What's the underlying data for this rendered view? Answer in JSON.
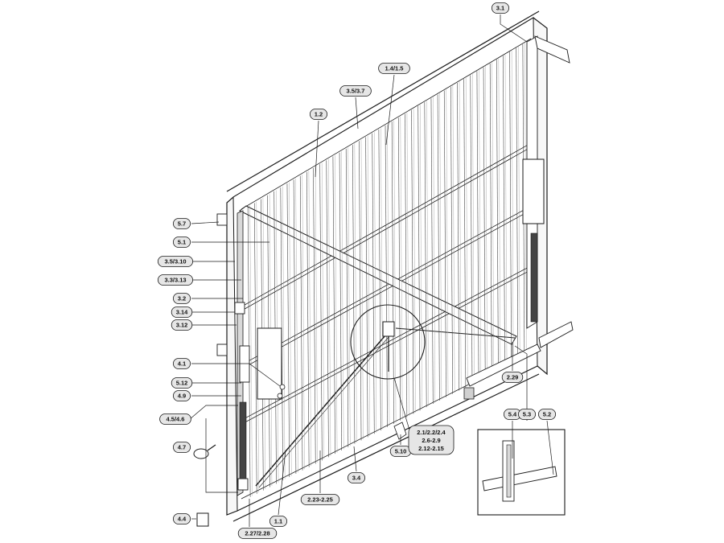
{
  "diagram": {
    "colors": {
      "line": "#1a1a1a",
      "bubble_fill": "#e6e6e6",
      "panel_fill": "#f7f7f7",
      "rail_fill": "#d9d9d9"
    },
    "callouts": [
      {
        "id": "c31",
        "label": "3.1"
      },
      {
        "id": "c14",
        "label": "1.4/1.5"
      },
      {
        "id": "c35a",
        "label": "3.5/3.7"
      },
      {
        "id": "c12",
        "label": "1.2"
      },
      {
        "id": "c57",
        "label": "5.7"
      },
      {
        "id": "c51",
        "label": "5.1"
      },
      {
        "id": "c35b",
        "label": "3.5/3.10"
      },
      {
        "id": "c33",
        "label": "3.3/3.13"
      },
      {
        "id": "c32",
        "label": "3.2"
      },
      {
        "id": "c314",
        "label": "3.14"
      },
      {
        "id": "c312",
        "label": "3.12"
      },
      {
        "id": "c41",
        "label": "4.1"
      },
      {
        "id": "c512",
        "label": "5.12"
      },
      {
        "id": "c49",
        "label": "4.9"
      },
      {
        "id": "c45",
        "label": "4.5/4.6"
      },
      {
        "id": "c47",
        "label": "4.7"
      },
      {
        "id": "c44",
        "label": "4.4"
      },
      {
        "id": "c227",
        "label": "2.27/2.28"
      },
      {
        "id": "c11",
        "label": "1.1"
      },
      {
        "id": "c223",
        "label": "2.23-2.25"
      },
      {
        "id": "c34",
        "label": "3.4"
      },
      {
        "id": "c510",
        "label": "5.10"
      },
      {
        "id": "c229",
        "label": "2.29"
      },
      {
        "id": "c54",
        "label": "5.4"
      },
      {
        "id": "c53",
        "label": "5.3"
      },
      {
        "id": "c52",
        "label": "5.2"
      }
    ],
    "multi_label": {
      "lines": [
        "2.1/2.2/2.4",
        "2.6-2.9",
        "2.12-2.15"
      ]
    }
  }
}
